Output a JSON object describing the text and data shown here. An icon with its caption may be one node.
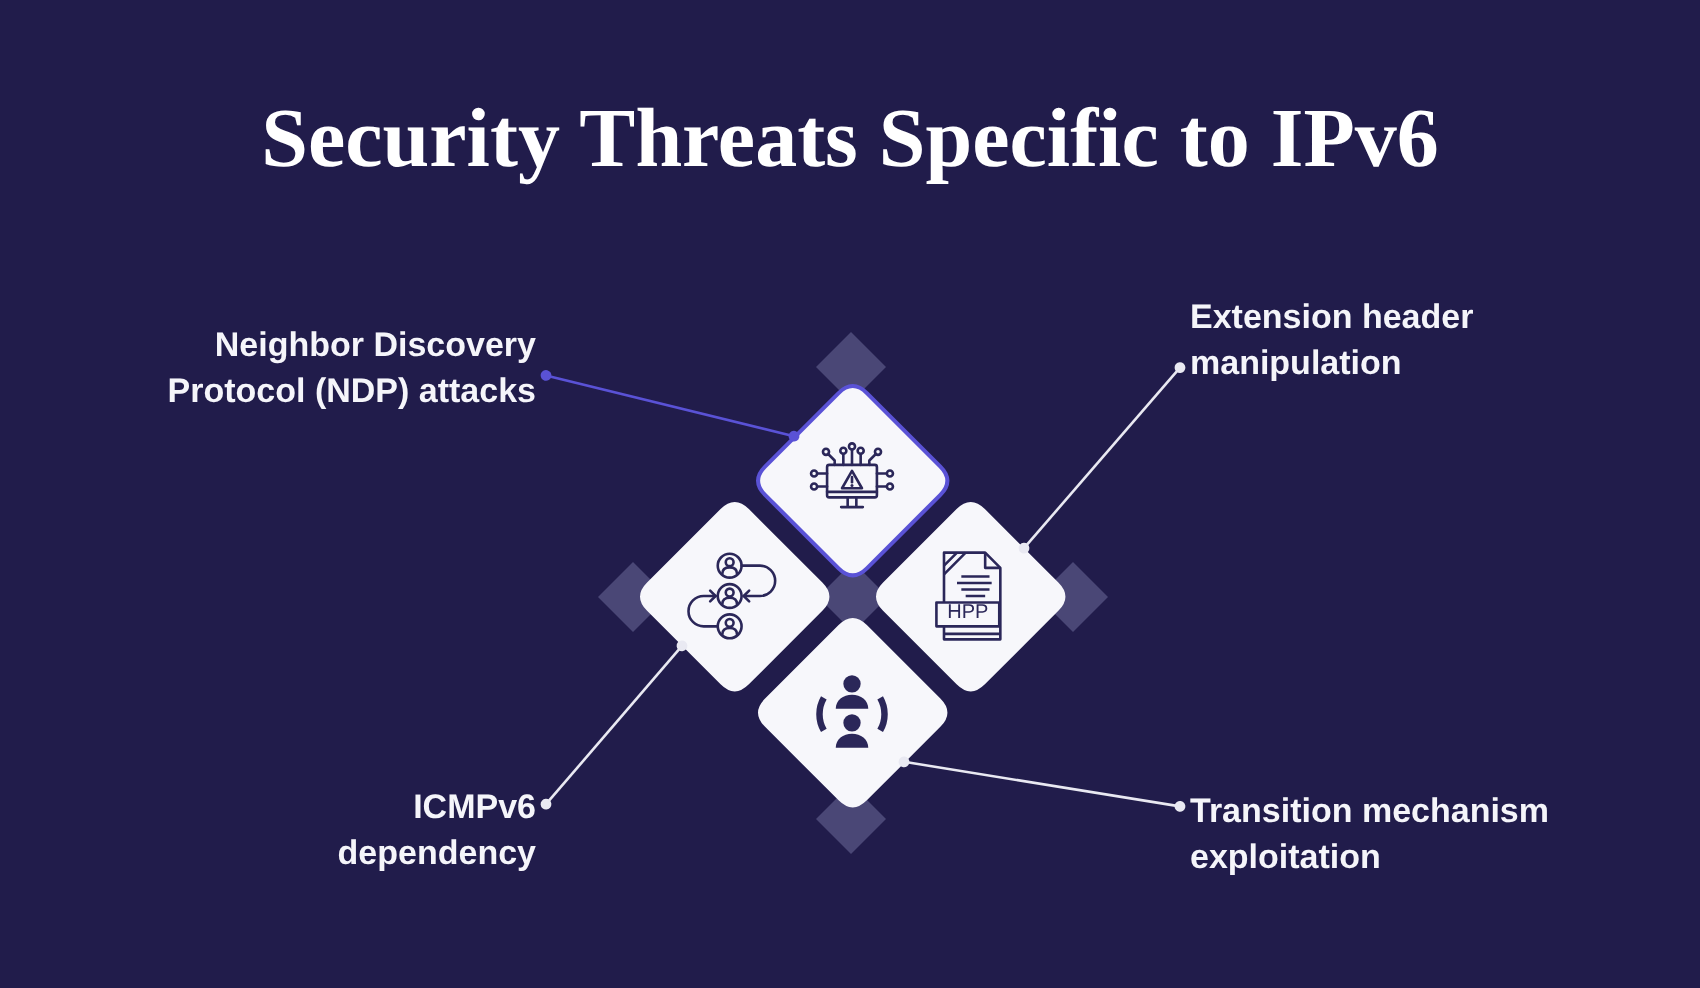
{
  "diagram": {
    "title": "Security Threats Specific to IPv6",
    "nodes": [
      {
        "text": [
          "Neighbor Discovery Protocol (NDP) attacks"
        ]
      },
      {
        "text": [
          "Extension header manipulation"
        ]
      },
      {
        "text": [],
        "shape": "diamond"
      },
      {
        "text": [],
        "shape": "diamond"
      },
      {
        "text": [],
        "shape": "diamond"
      },
      {
        "text": [],
        "shape": "diamond"
      },
      {
        "text": [
          "ICMPv6 dependency"
        ]
      },
      {
        "text": [
          "Transition mechanism exploitation"
        ]
      }
    ],
    "edges": [
      {
        "from": 0,
        "to": 2,
        "arrow": "other",
        "color": "#5a52d6"
      },
      {
        "from": 1,
        "to": 4,
        "arrow": "other"
      },
      {
        "from": 6,
        "to": 3,
        "arrow": "other"
      },
      {
        "from": 7,
        "to": 5,
        "arrow": "other"
      }
    ],
    "labels": [
      "HPP"
    ]
  }
}
